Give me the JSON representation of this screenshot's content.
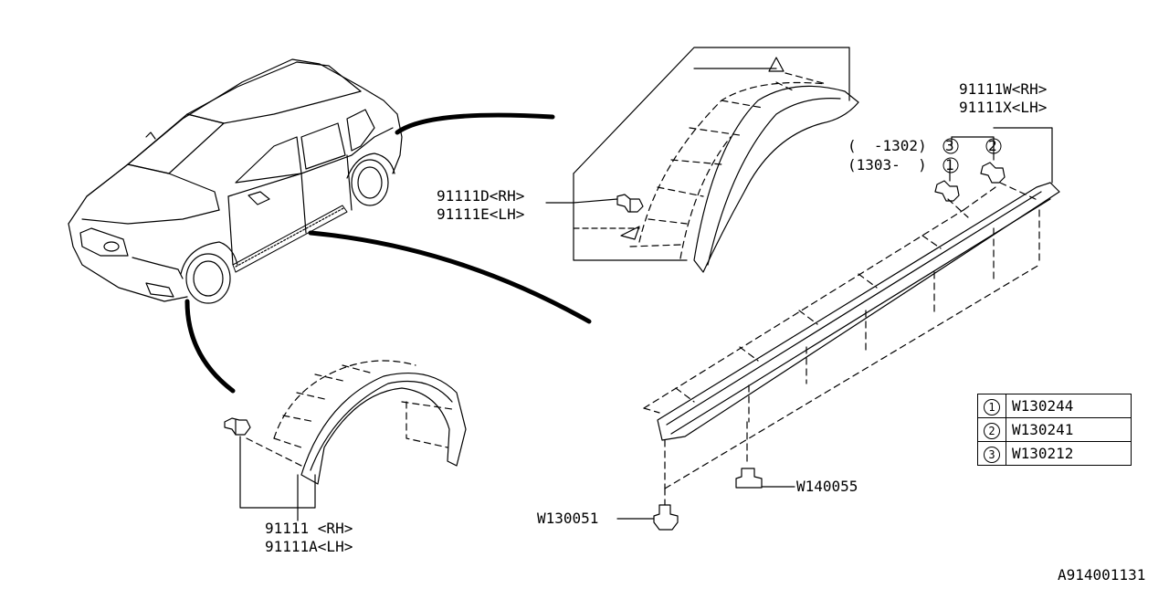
{
  "labels": {
    "fender_front": [
      "91111D<RH>",
      "91111E<LH>"
    ],
    "fender_rear": [
      "91111 <RH>",
      "91111A<LH>"
    ],
    "side_sill": [
      "91111W<RH>",
      "91111X<LH>"
    ],
    "range_upper": "(  -1302)",
    "range_lower": "(1303-  )",
    "clip_left_upper_ref": "3",
    "clip_left_lower_ref": "1",
    "clip_right_ref": "2",
    "screw_w140055": "W140055",
    "screw_w130051": "W130051",
    "diagram_id": "A914001131"
  },
  "key_table": [
    {
      "ref": "1",
      "part": "W130244"
    },
    {
      "ref": "2",
      "part": "W130241"
    },
    {
      "ref": "3",
      "part": "W130212"
    }
  ]
}
